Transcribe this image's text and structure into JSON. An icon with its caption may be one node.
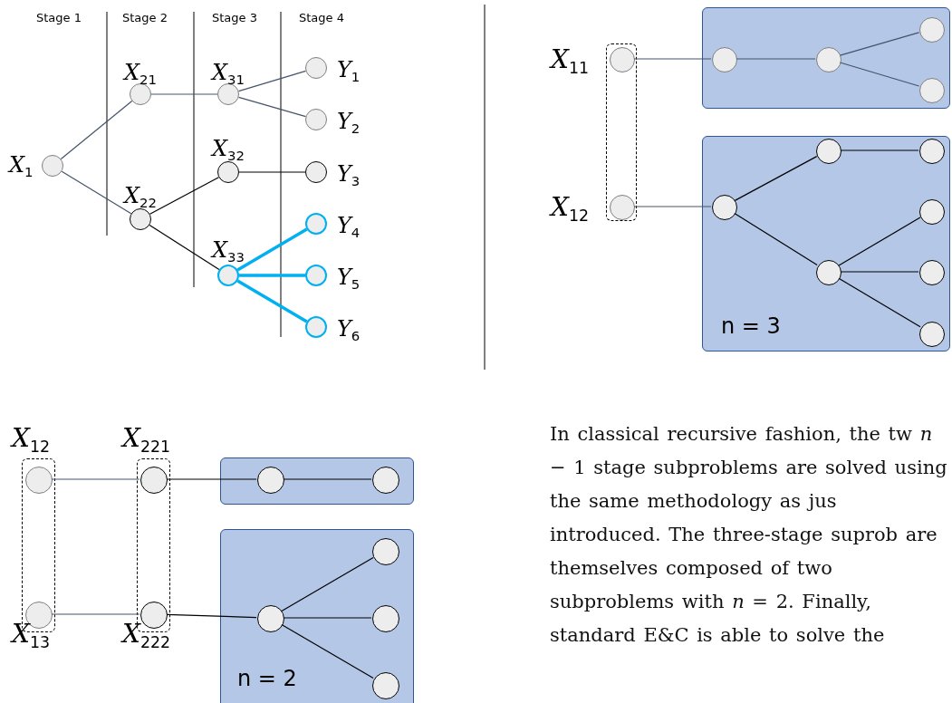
{
  "diagram": {
    "nodes": [
      {
        "text": [],
        "shape": "circle",
        "beside": [
          "X$_{1}$"
        ]
      },
      {
        "text": [],
        "shape": "circle",
        "beside": [
          "X$_{21}$"
        ]
      },
      {
        "text": [],
        "shape": "circle",
        "beside": [
          "X$_{22}$"
        ]
      },
      {
        "text": [],
        "shape": "circle",
        "beside": [
          "X$_{31}$"
        ]
      },
      {
        "text": [],
        "shape": "circle",
        "beside": [
          "X$_{32}$"
        ]
      },
      {
        "text": [],
        "shape": "circle",
        "beside": [
          "X$_{33}$"
        ]
      },
      {
        "text": [],
        "shape": "circle",
        "beside": [
          "Y$_{1}$"
        ]
      },
      {
        "text": [],
        "shape": "circle",
        "beside": [
          "Y$_{2}$"
        ]
      },
      {
        "text": [],
        "shape": "circle",
        "beside": [
          "Y$_{3}$"
        ]
      },
      {
        "text": [],
        "shape": "circle",
        "beside": [
          "Y$_{4}$"
        ]
      },
      {
        "text": [],
        "shape": "circle",
        "beside": [
          "Y$_{5}$"
        ]
      },
      {
        "text": [],
        "shape": "circle",
        "beside": [
          "Y$_{6}$"
        ]
      },
      {
        "text": [],
        "shape": "box"
      },
      {
        "text": [],
        "shape": "circle",
        "in": 12,
        "beside": [
          "X$_{11}$"
        ]
      },
      {
        "text": [],
        "shape": "circle",
        "in": 12,
        "beside": [
          "X$_{12}$"
        ]
      },
      {
        "text": [],
        "shape": "box"
      },
      {
        "text": [],
        "shape": "circle",
        "in": 15
      },
      {
        "text": [],
        "shape": "circle",
        "in": 15
      },
      {
        "text": [],
        "shape": "circle",
        "in": 15
      },
      {
        "text": [],
        "shape": "circle",
        "in": 15
      },
      {
        "text": [
          "n = 3"
        ]
      },
      {
        "text": [],
        "shape": "circle",
        "in": 20
      },
      {
        "text": [],
        "shape": "circle",
        "in": 20
      },
      {
        "text": [],
        "shape": "circle",
        "in": 20
      },
      {
        "text": [],
        "shape": "circle",
        "in": 20
      },
      {
        "text": [],
        "shape": "circle",
        "in": 20
      },
      {
        "text": [],
        "shape": "circle",
        "in": 20
      },
      {
        "text": [],
        "shape": "circle",
        "in": 20
      },
      {
        "text": [],
        "shape": "box"
      },
      {
        "text": [],
        "shape": "circle",
        "in": 28,
        "beside": [
          "X$_{12}$"
        ]
      },
      {
        "text": [],
        "shape": "circle",
        "in": 28,
        "beside": [
          "X$_{13}$"
        ]
      },
      {
        "text": [],
        "shape": "box"
      },
      {
        "text": [],
        "shape": "circle",
        "in": 31,
        "beside": [
          "X$_{221}$"
        ]
      },
      {
        "text": [],
        "shape": "circle",
        "in": 31,
        "beside": [
          "X$_{222}$"
        ]
      },
      {
        "text": [],
        "shape": "box"
      },
      {
        "text": [],
        "shape": "circle",
        "in": 34
      },
      {
        "text": [],
        "shape": "circle",
        "in": 34
      },
      {
        "text": [
          "n = 2"
        ]
      },
      {
        "text": [],
        "shape": "circle",
        "in": 37
      },
      {
        "text": [],
        "shape": "circle",
        "in": 37
      },
      {
        "text": [],
        "shape": "circle",
        "in": 37
      },
      {
        "text": [],
        "shape": "circle",
        "in": 37
      }
    ],
    "edges": [
      {
        "from": 0,
        "to": 1,
        "arrow": "none",
        "color": "#44546a"
      },
      {
        "from": 0,
        "to": 2,
        "arrow": "none",
        "color": "#44546a"
      },
      {
        "from": 1,
        "to": 3,
        "arrow": "none",
        "color": "#44546a"
      },
      {
        "from": 3,
        "to": 6,
        "arrow": "none",
        "color": "#44546a"
      },
      {
        "from": 3,
        "to": 7,
        "arrow": "none",
        "color": "#44546a"
      },
      {
        "from": 2,
        "to": 4,
        "arrow": "none"
      },
      {
        "from": 4,
        "to": 8,
        "arrow": "none"
      },
      {
        "from": 2,
        "to": 5,
        "arrow": "none"
      },
      {
        "from": 5,
        "to": 9,
        "arrow": "none",
        "style": "thick",
        "color": "#00b0f0"
      },
      {
        "from": 5,
        "to": 10,
        "arrow": "none",
        "style": "thick",
        "color": "#00b0f0"
      },
      {
        "from": 5,
        "to": 11,
        "arrow": "none",
        "style": "thick",
        "color": "#00b0f0"
      },
      {
        "from": 13,
        "to": 16,
        "arrow": "none",
        "color": "#44546a"
      },
      {
        "from": 16,
        "to": 17,
        "arrow": "none",
        "color": "#44546a"
      },
      {
        "from": 17,
        "to": 18,
        "arrow": "none",
        "color": "#44546a"
      },
      {
        "from": 17,
        "to": 19,
        "arrow": "none",
        "color": "#44546a"
      },
      {
        "from": 14,
        "to": 21,
        "arrow": "none",
        "color": "#44546a"
      },
      {
        "from": 21,
        "to": 22,
        "arrow": "none"
      },
      {
        "from": 21,
        "to": 23,
        "arrow": "none"
      },
      {
        "from": 22,
        "to": 24,
        "arrow": "none"
      },
      {
        "from": 23,
        "to": 25,
        "arrow": "none"
      },
      {
        "from": 23,
        "to": 26,
        "arrow": "none"
      },
      {
        "from": 23,
        "to": 27,
        "arrow": "none"
      },
      {
        "from": 29,
        "to": 32,
        "arrow": "none",
        "color": "#44546a"
      },
      {
        "from": 30,
        "to": 33,
        "arrow": "none",
        "color": "#44546a"
      },
      {
        "from": 32,
        "to": 35,
        "arrow": "none"
      },
      {
        "from": 35,
        "to": 36,
        "arrow": "none"
      },
      {
        "from": 33,
        "to": 38,
        "arrow": "none"
      },
      {
        "from": 38,
        "to": 39,
        "arrow": "none"
      },
      {
        "from": 38,
        "to": 40,
        "arrow": "none"
      },
      {
        "from": 38,
        "to": 41,
        "arrow": "none"
      }
    ],
    "labels": [
      "Stage 1",
      "Stage 2",
      "Stage 3",
      "Stage 4",
      "In classical recursive fashion, the tw *n* − 1 stage subproblems are solved using the same methodology as jus introduced. The three-stage suprob are themselves composed of two subproblems with *n* = 2. Finally, standard E&C is able to solve the"
    ]
  }
}
